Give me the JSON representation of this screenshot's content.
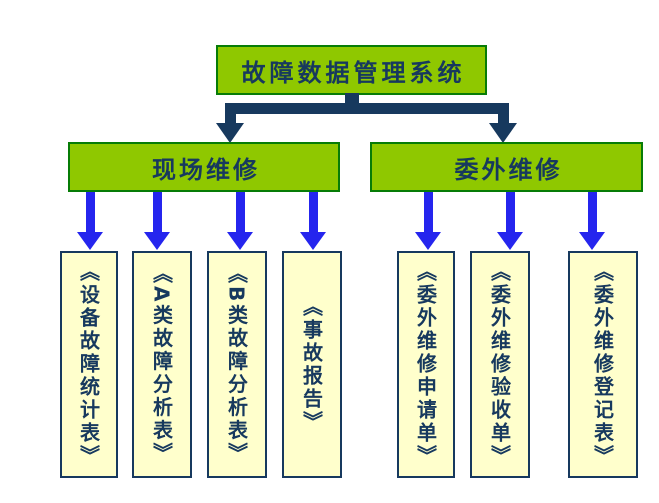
{
  "diagram": {
    "title": "故障数据管理系统",
    "branches": [
      {
        "label": "现场维修",
        "docs": [
          "《设备故障统计表》",
          "《A类故障分析表》",
          "《B类故障分析表》",
          "《事故报告》"
        ]
      },
      {
        "label": "委外维修",
        "docs": [
          "《委外维修申请单》",
          "《委外维修验收单》",
          "《委外维修登记表》"
        ]
      }
    ],
    "colors": {
      "node_fill": "#8FC800",
      "node_border": "#077C07",
      "doc_fill": "#FFFFCC",
      "doc_border": "#17395E",
      "text_navy": "#17395E",
      "connector_navy": "#17395E",
      "arrow_blue": "#2525EE",
      "background": "#FFFFFF"
    }
  }
}
